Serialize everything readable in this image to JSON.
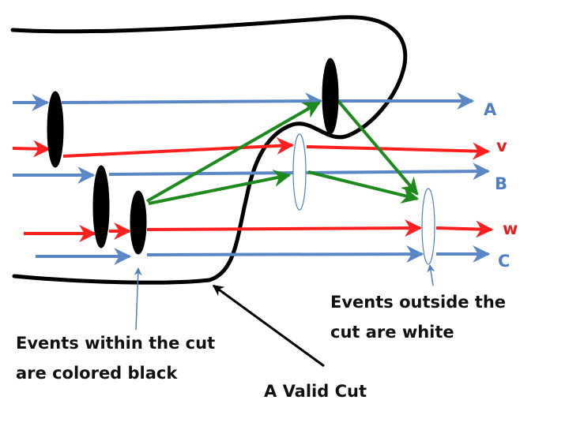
{
  "colors": {
    "blue": "#5b87c6",
    "red": "#ff1f1f",
    "green": "#1e8a1e",
    "black": "#000000",
    "white": "#ffffff",
    "label_blue": "#4f7fc0",
    "label_red": "#e61e1e"
  },
  "lines": [
    {
      "id": "A",
      "label": "A",
      "color": "blue"
    },
    {
      "id": "v",
      "label": "v",
      "color": "red"
    },
    {
      "id": "B",
      "label": "B",
      "color": "blue"
    },
    {
      "id": "w",
      "label": "w",
      "color": "red"
    },
    {
      "id": "C",
      "label": "C",
      "color": "blue"
    }
  ],
  "events": {
    "inside_cut_color": "black",
    "outside_cut_color": "white"
  },
  "captions": {
    "outside_line1": "Events outside the",
    "outside_line2": "cut are white",
    "inside_line1": "Events within the cut",
    "inside_line2": "are colored black",
    "valid_cut": "A Valid Cut"
  }
}
